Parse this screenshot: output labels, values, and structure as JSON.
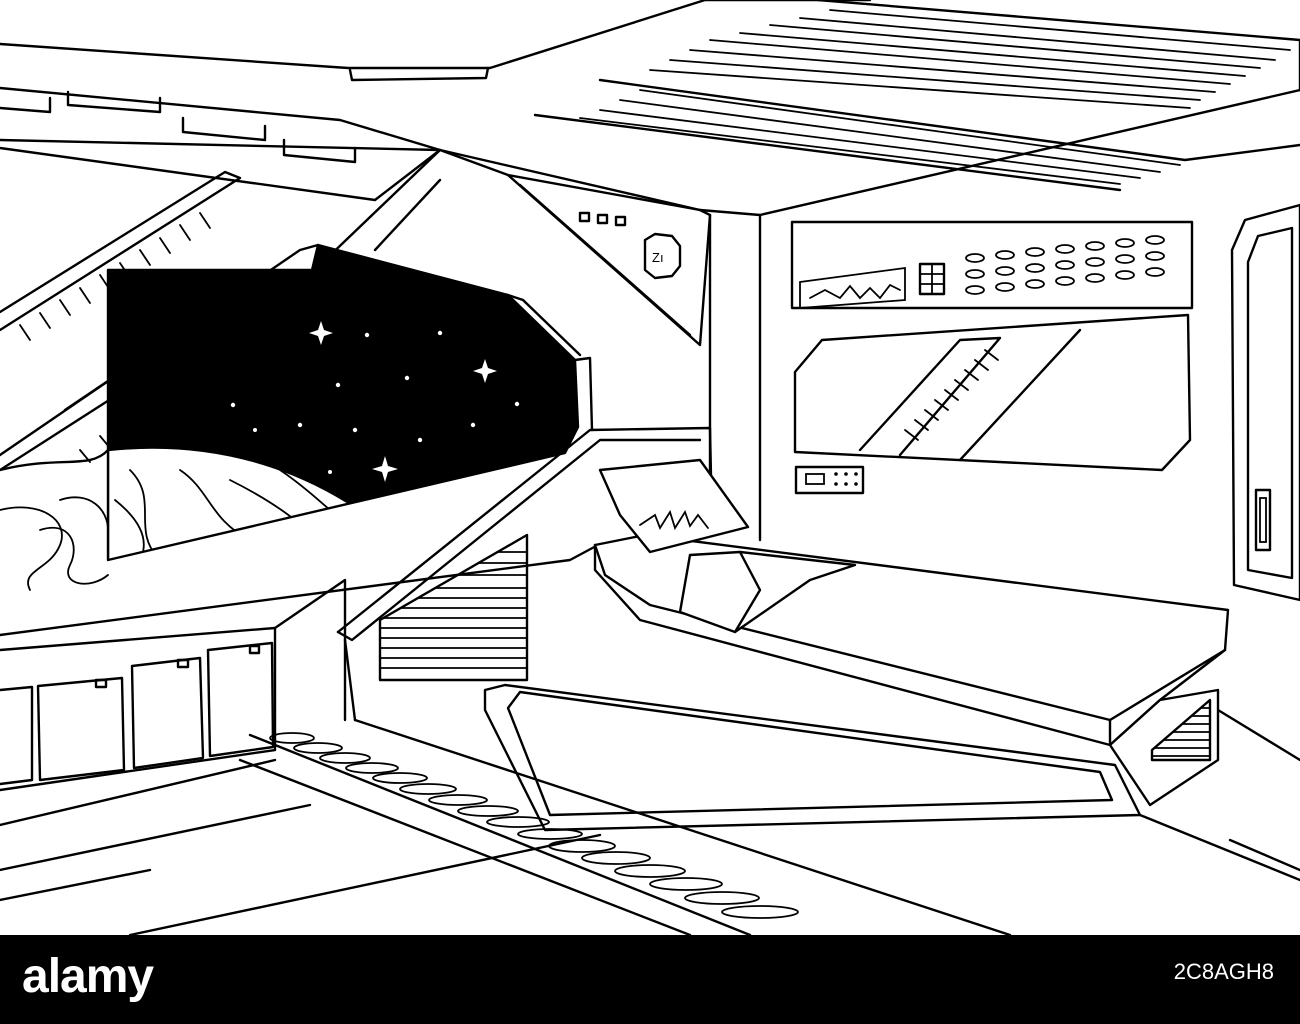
{
  "image": {
    "subject": "spaceship-bedroom-line-drawing",
    "colors": {
      "ink": "#000000",
      "paper": "#ffffff",
      "footer": "#000000",
      "footer_text": "#ffffff"
    }
  },
  "panel_sign": {
    "text": "Zı"
  },
  "footer": {
    "brand": "alamy",
    "image_id": "2C8AGH8"
  }
}
